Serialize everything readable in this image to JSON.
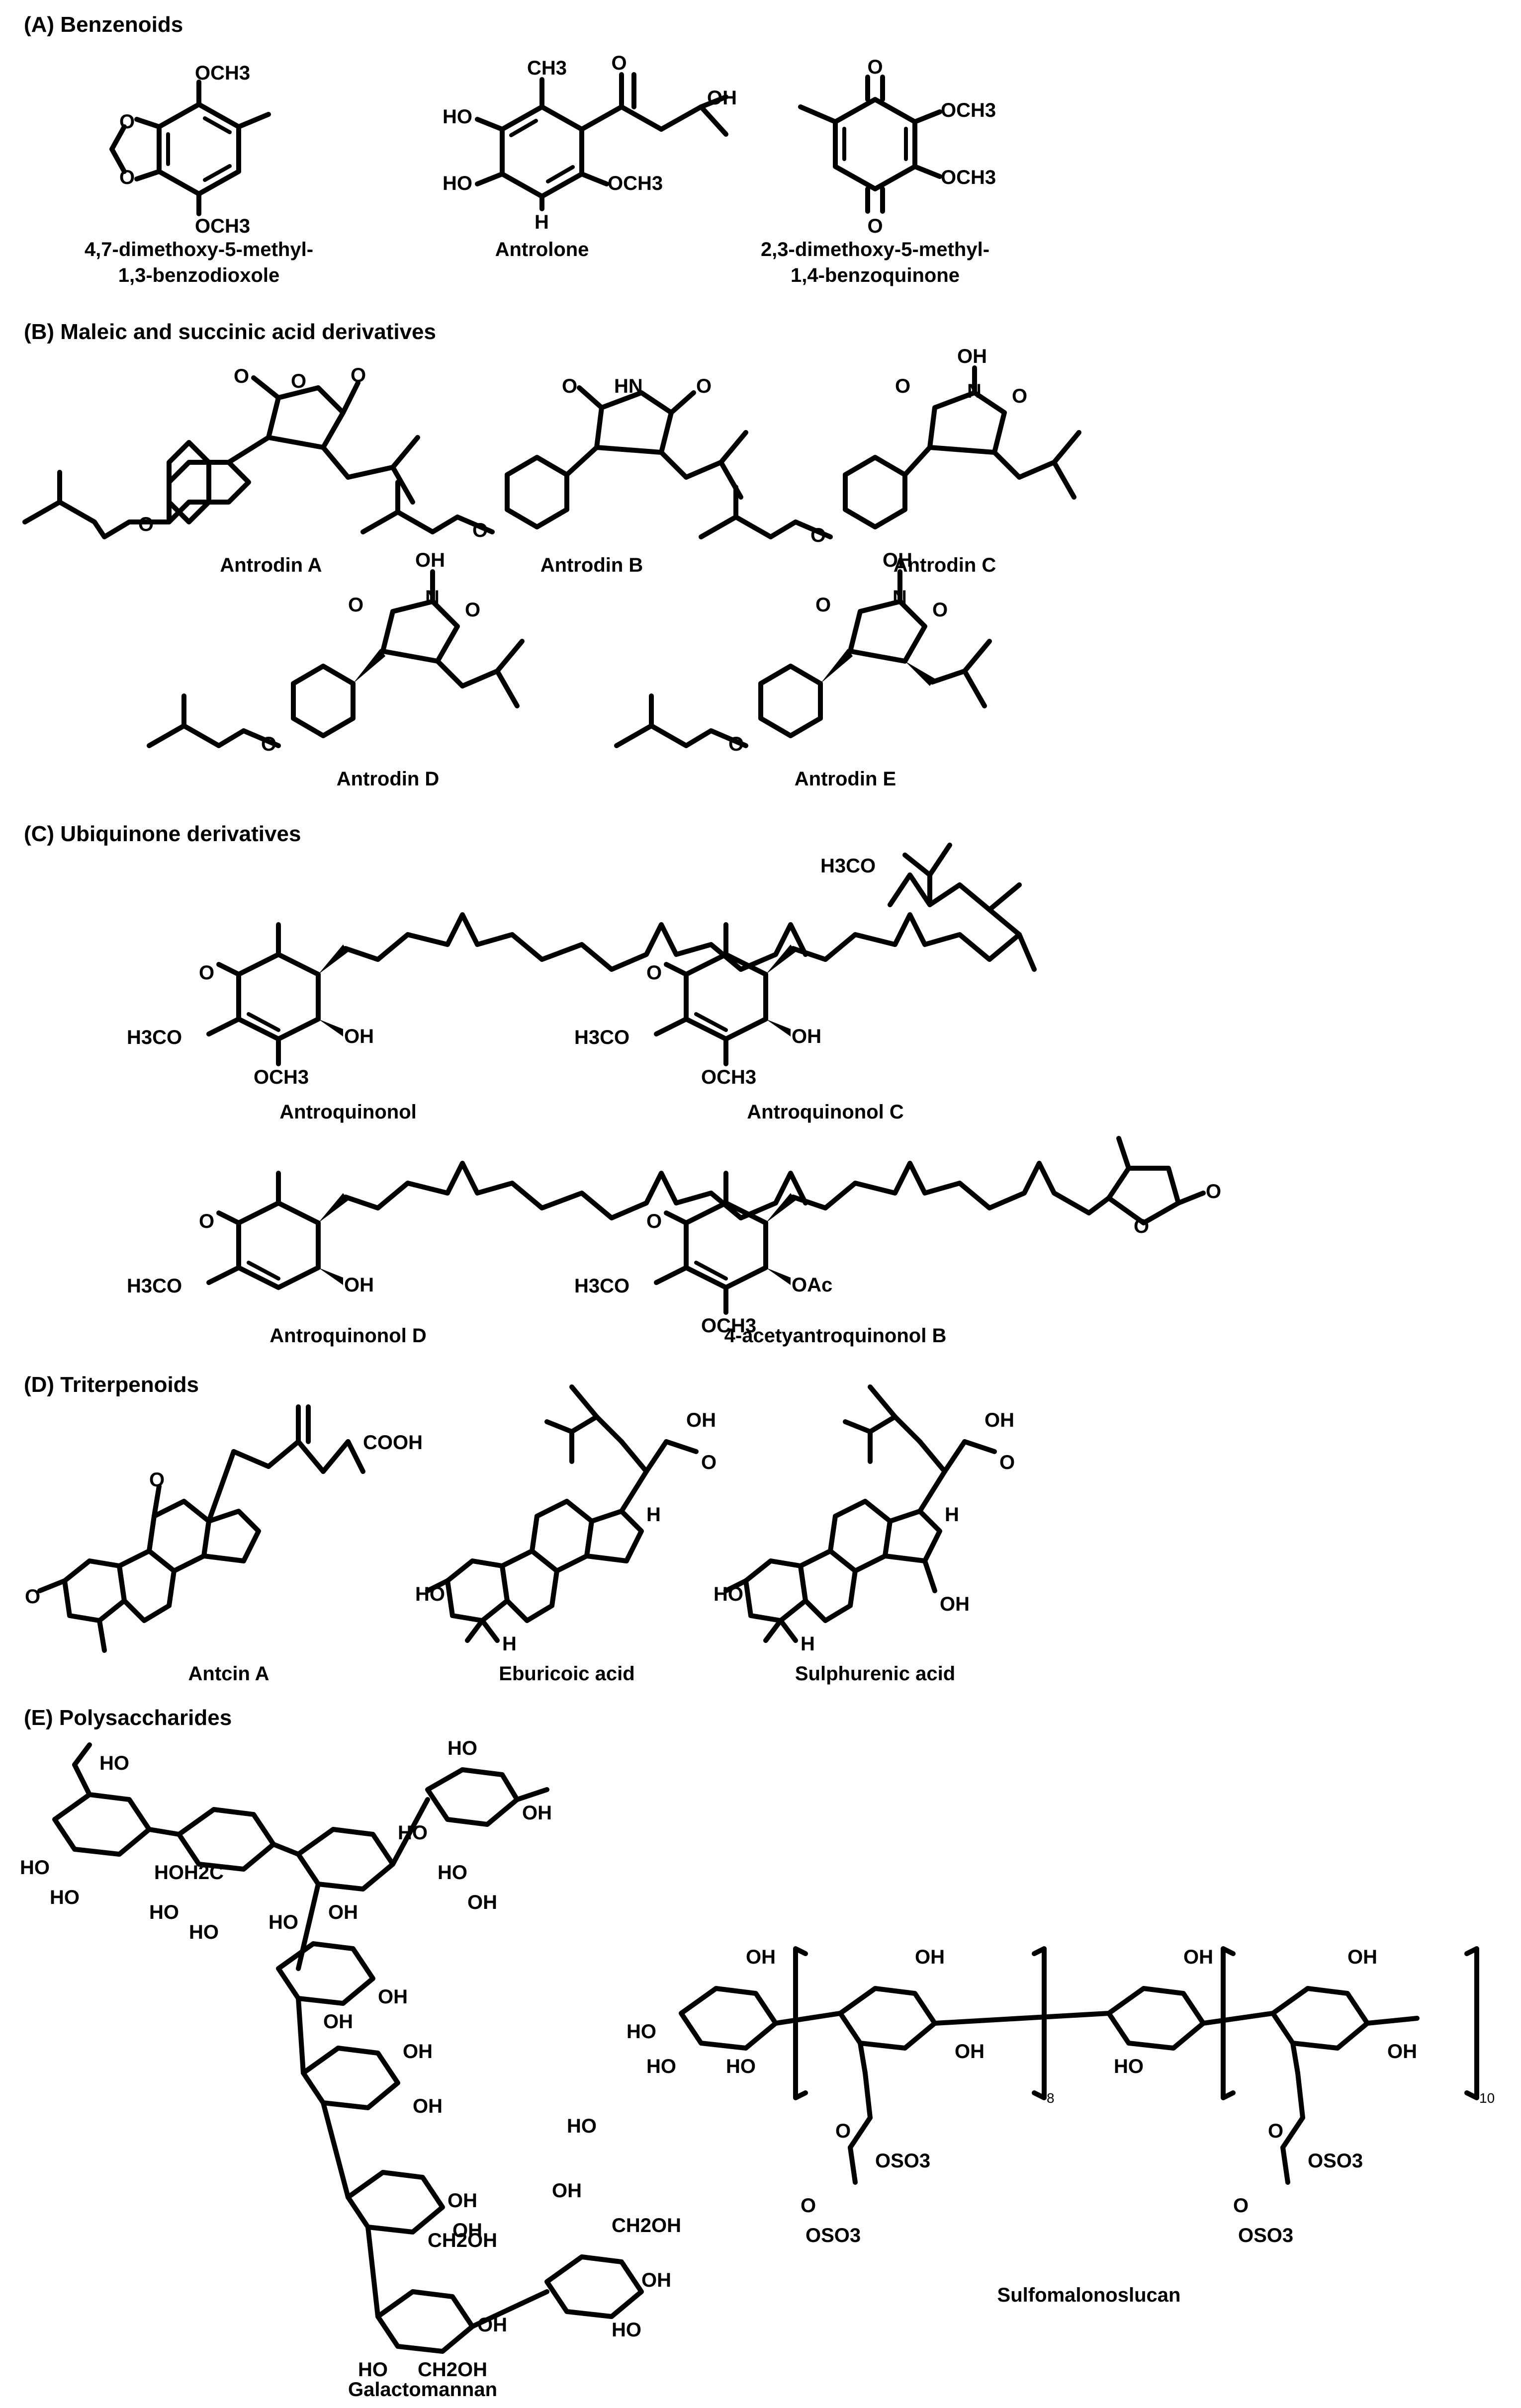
{
  "sections": [
    {
      "id": "A",
      "label": "(A) Benzenoids"
    },
    {
      "id": "B",
      "label": "(B) Maleic and succinic acid derivatives"
    },
    {
      "id": "C",
      "label": "(C) Ubiquinone derivatives"
    },
    {
      "id": "D",
      "label": "(D) Triterpenoids"
    },
    {
      "id": "E",
      "label": "(E) Polysaccharides"
    }
  ],
  "compounds": {
    "a1": [
      "4,7-dimethoxy-5-methyl-",
      "1,3-benzodioxole"
    ],
    "a2": "Antrolone",
    "a3": [
      "2,3-dimethoxy-5-methyl-",
      "1,4-benzoquinone"
    ],
    "b1": "Antrodin A",
    "b2": "Antrodin B",
    "b3": "Antrodin C",
    "b4": "Antrodin D",
    "b5": "Antrodin E",
    "c1": "Antroquinonol",
    "c2": "Antroquinonol C",
    "c3": "Antroquinonol D",
    "c4": "4-acetyantroquinonol B",
    "d1": "Antcin A",
    "d2": "Eburicoic acid",
    "d3": "Sulphurenic acid",
    "e1": "Galactomannan",
    "e2": "Sulfomalonoslucan"
  },
  "atoms": {
    "och3": "OCH3",
    "h3co": "H3CO",
    "o": "O",
    "oh": "OH",
    "ho": "HO",
    "ch3": "CH3",
    "h": "H",
    "hn": "H",
    "n": "N",
    "oac": "OAc",
    "cooh": "COOH",
    "ch2oh": "CH2OH",
    "hoh2c": "HOH2C",
    "oso3": "OSO3",
    "rep8": "8",
    "rep10": "10"
  }
}
